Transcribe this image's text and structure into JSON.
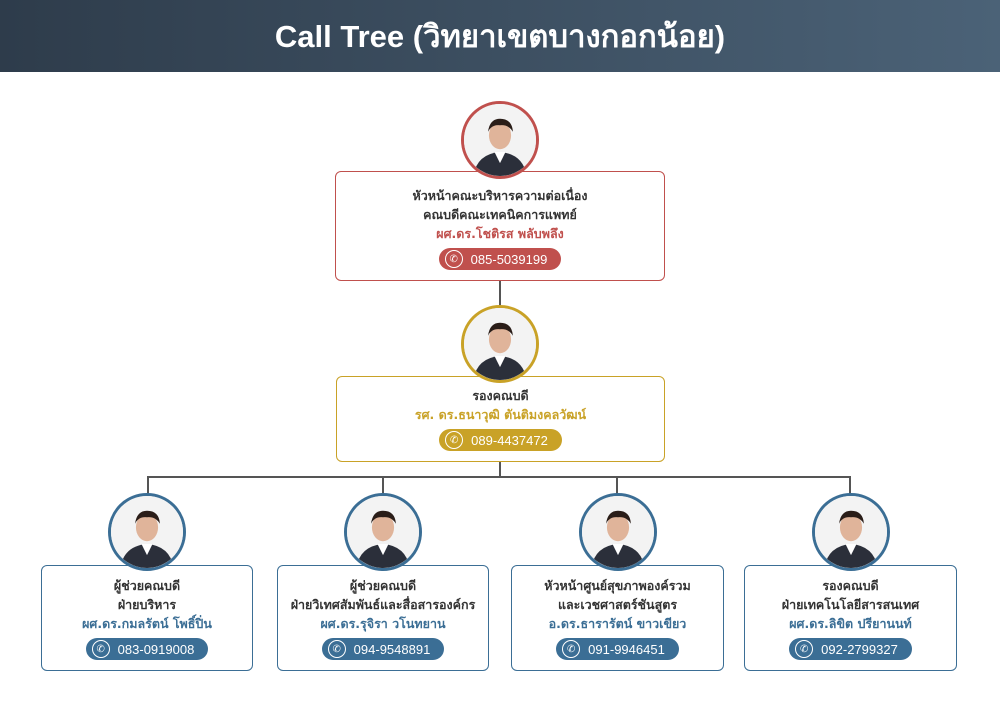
{
  "title": "Call Tree (วิทยาเขตบางกอกน้อย)",
  "colors": {
    "head": "#c0504d",
    "deputy": "#c9a227",
    "assistant": "#3b6e95"
  },
  "head": {
    "role_lines": [
      "หัวหน้าคณะบริหารความต่อเนื่อง",
      "คณบดีคณะเทคนิคการแพทย์"
    ],
    "name": "ผศ.ดร.โชติรส พลับพลึง",
    "phone": "085-5039199"
  },
  "deputy": {
    "role_lines": [
      "รองคณบดี"
    ],
    "name": "รศ. ดร.ธนาวุฒิ ตันติมงคลวัฒน์",
    "phone": "089-4437472"
  },
  "members": [
    {
      "role_lines": [
        "ผู้ช่วยคณบดี",
        "ฝ่ายบริหาร"
      ],
      "name": "ผศ.ดร.กมลรัตน์ โพธิ์ปิ่น",
      "phone": "083-0919008"
    },
    {
      "role_lines": [
        "ผู้ช่วยคณบดี",
        "ฝ่ายวิเทศสัมพันธ์และสื่อสารองค์กร"
      ],
      "name": "ผศ.ดร.รุจิรา วโนทยาน",
      "phone": "094-9548891"
    },
    {
      "role_lines": [
        "หัวหน้าศูนย์สุขภาพองค์รวม",
        "และเวชศาสตร์ชันสูตร"
      ],
      "name": "อ.ดร.ธารารัตน์ ขาวเขียว",
      "phone": "091-9946451"
    },
    {
      "role_lines": [
        "รองคณบดี",
        "ฝ่ายเทคโนโลยีสารสนเทศ"
      ],
      "name": "ผศ.ดร.ลิขิต ปรียานนท์",
      "phone": "092-2799327"
    }
  ],
  "icons": {
    "phone": "phone-icon",
    "photo": "avatar"
  }
}
